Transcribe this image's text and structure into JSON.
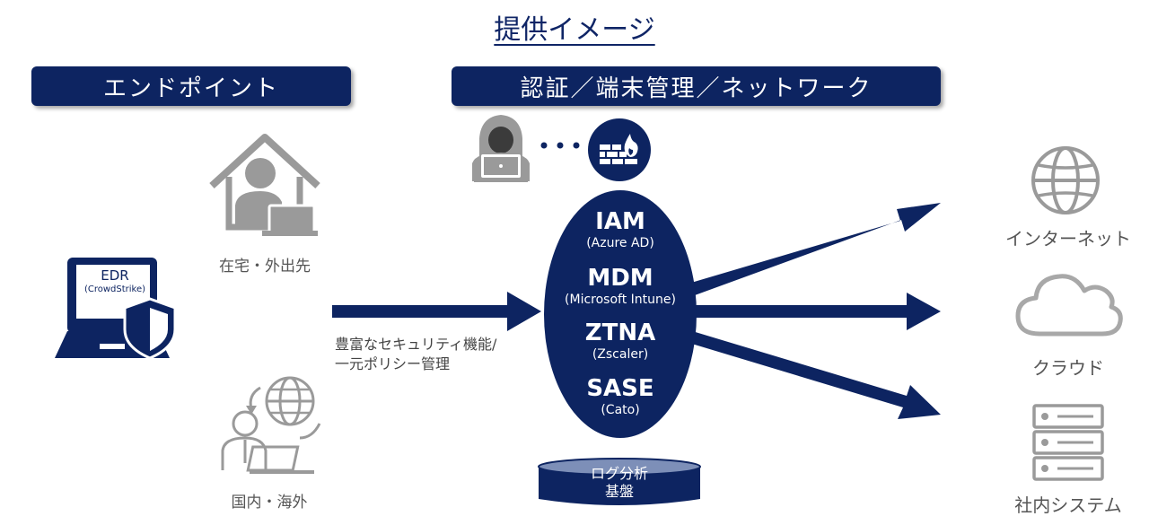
{
  "title": "提供イメージ",
  "banners": {
    "endpoint": "エンドポイント",
    "network": "認証／端末管理／ネットワーク"
  },
  "locations": {
    "home": "在宅・外出先",
    "domestic": "国内・海外"
  },
  "edr": {
    "label": "EDR",
    "sub": "(CrowdStrike)"
  },
  "features_note": {
    "line1": "豊富なセキュリティ機能/",
    "line2": "一元ポリシー管理"
  },
  "services": [
    {
      "name": "IAM",
      "product": "(Azure AD)"
    },
    {
      "name": "MDM",
      "product": "(Microsoft Intune)"
    },
    {
      "name": "ZTNA",
      "product": "(Zscaler)"
    },
    {
      "name": "SASE",
      "product": "(Cato)"
    }
  ],
  "log": {
    "line1": "ログ分析",
    "line2": "基盤"
  },
  "destinations": {
    "internet": "インターネット",
    "cloud": "クラウド",
    "internal": "社内システム"
  },
  "icons": {
    "hacker": "hacker-laptop-icon",
    "firewall": "firewall-icon",
    "home": "home-worker-icon",
    "globe_worker": "global-worker-icon",
    "laptop": "laptop-shield-icon",
    "globe": "globe-icon",
    "cloud": "cloud-icon",
    "server": "server-icon"
  },
  "colors": {
    "navy": "#0d2461",
    "gray": "#9a9a9a",
    "text_gray": "#555555"
  }
}
